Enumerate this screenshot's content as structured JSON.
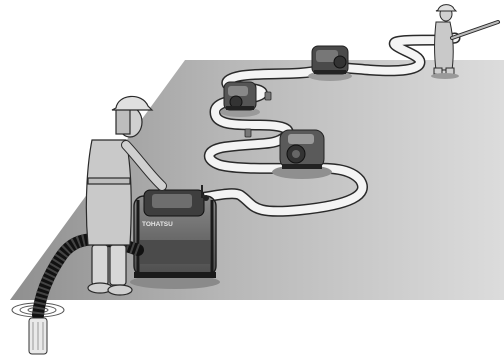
{
  "illustration": {
    "pump_brand_label": "TOHATSU",
    "colors": {
      "ground": "#b9b9b9",
      "ground_light": "#d7d7d7",
      "hose": "#f4f4f4",
      "outline": "#2a2a2a",
      "pump_body": "#6e6e6e",
      "pump_frame": "#3a3a3a",
      "suction_hose": "#1a1a1a",
      "firefighter_suit": "#c9c9c9",
      "background": "#ffffff"
    },
    "icons": [
      "firefighter-figure",
      "portable-fire-pump",
      "fire-hose",
      "suction-hose",
      "strainer",
      "nozzle"
    ]
  }
}
